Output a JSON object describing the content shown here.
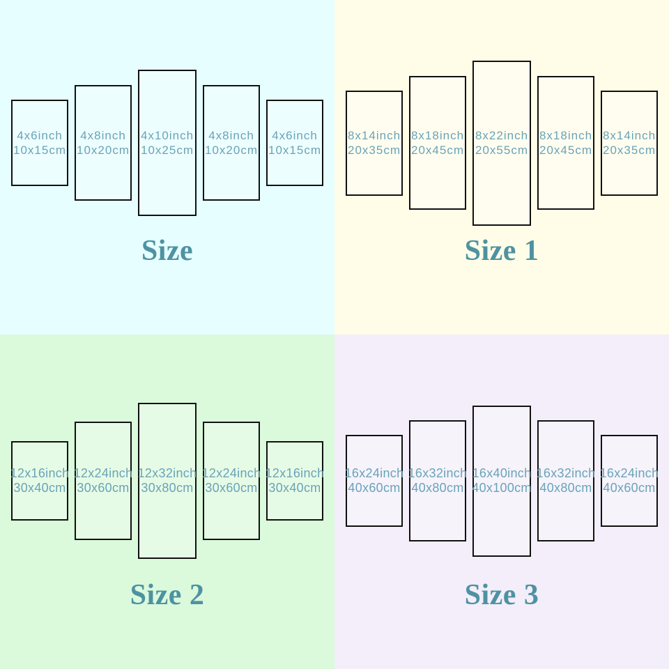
{
  "colors": {
    "page_background": "#ffffff",
    "panel_border": "#101010",
    "panel_fill": "rgba(255,255,255,0.30)",
    "label_text": "#6aa3b8",
    "title_text": "#4e92a2"
  },
  "quadrants": [
    {
      "title": "Size",
      "bg": "#e6feff",
      "panels": [
        {
          "line1": "4x6inch",
          "line2": "10x15cm"
        },
        {
          "line1": "4x8inch",
          "line2": "10x20cm"
        },
        {
          "line1": "4x10inch",
          "line2": "10x25cm"
        },
        {
          "line1": "4x8inch",
          "line2": "10x20cm"
        },
        {
          "line1": "4x6inch",
          "line2": "10x15cm"
        }
      ]
    },
    {
      "title": "Size 1",
      "bg": "#fffde8",
      "panels": [
        {
          "line1": "8x14inch",
          "line2": "20x35cm"
        },
        {
          "line1": "8x18inch",
          "line2": "20x45cm"
        },
        {
          "line1": "8x22inch",
          "line2": "20x55cm"
        },
        {
          "line1": "8x18inch",
          "line2": "20x45cm"
        },
        {
          "line1": "8x14inch",
          "line2": "20x35cm"
        }
      ]
    },
    {
      "title": "Size 2",
      "bg": "#dbfadc",
      "panels": [
        {
          "line1": "12x16inch",
          "line2": "30x40cm"
        },
        {
          "line1": "12x24inch",
          "line2": "30x60cm"
        },
        {
          "line1": "12x32inch",
          "line2": "30x80cm"
        },
        {
          "line1": "12x24inch",
          "line2": "30x60cm"
        },
        {
          "line1": "12x16inch",
          "line2": "30x40cm"
        }
      ]
    },
    {
      "title": "Size 3",
      "bg": "#f3eef9",
      "panels": [
        {
          "line1": "16x24inch",
          "line2": "40x60cm"
        },
        {
          "line1": "16x32inch",
          "line2": "40x80cm"
        },
        {
          "line1": "16x40inch",
          "line2": "40x100cm"
        },
        {
          "line1": "16x32inch",
          "line2": "40x80cm"
        },
        {
          "line1": "16x24inch",
          "line2": "40x60cm"
        }
      ]
    }
  ]
}
